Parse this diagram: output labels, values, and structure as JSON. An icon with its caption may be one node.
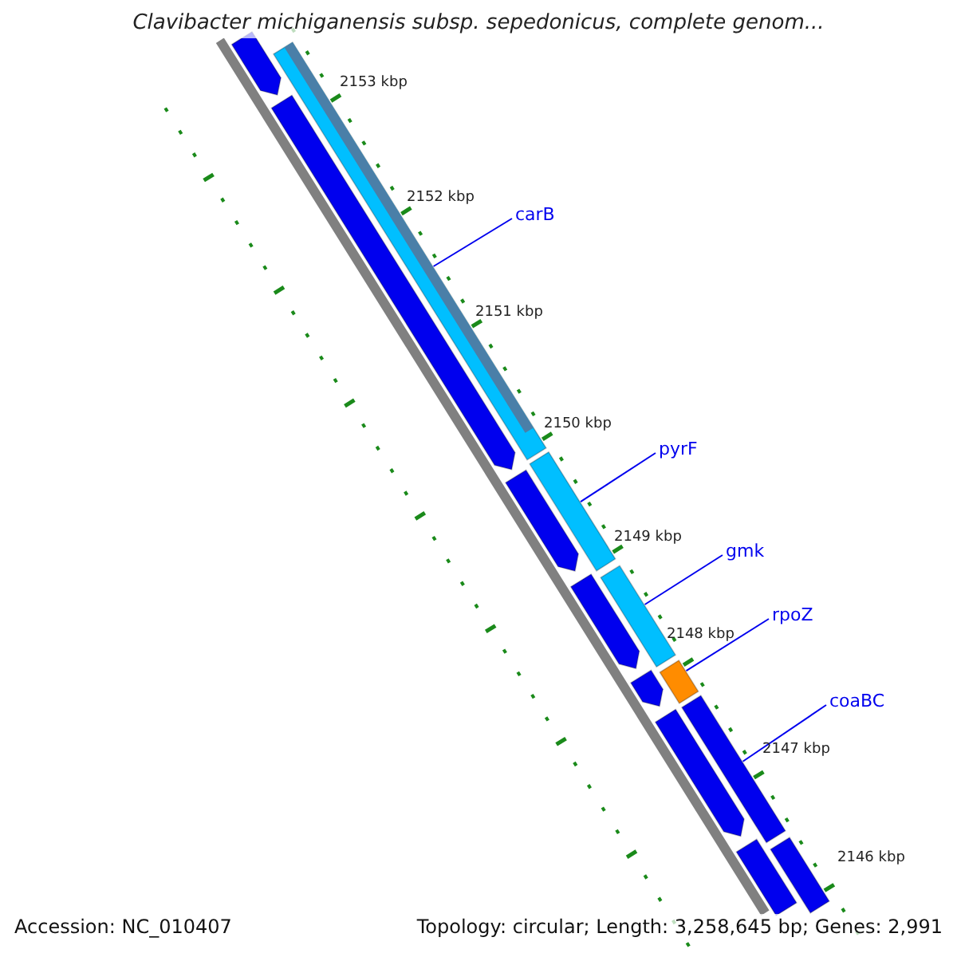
{
  "diagram": {
    "title": "Clavibacter michiganensis subsp. sepedonicus, complete genom...",
    "nodes": [
      {
        "text": [
          "carB"
        ]
      },
      {
        "text": [],
        "shape": "bar"
      },
      {
        "text": [
          "pyrF"
        ]
      },
      {
        "text": [],
        "shape": "bar"
      },
      {
        "text": [
          "gmk"
        ]
      },
      {
        "text": [],
        "shape": "bar"
      },
      {
        "text": [
          "rpoZ"
        ]
      },
      {
        "text": [],
        "shape": "bar"
      },
      {
        "text": [
          "coaBC"
        ]
      },
      {
        "text": [],
        "shape": "bar"
      },
      {
        "text": [],
        "shape": "bar"
      },
      {
        "text": [],
        "shape": "bar"
      },
      {
        "text": [],
        "shape": "bar"
      },
      {
        "text": [],
        "shape": "bar"
      },
      {
        "text": [],
        "shape": "bar"
      },
      {
        "text": [],
        "shape": "bar"
      },
      {
        "text": [],
        "shape": "bar"
      },
      {
        "text": [],
        "shape": "bar"
      }
    ],
    "edges": [
      {
        "from": 0,
        "to": 1,
        "arrow": "none"
      },
      {
        "from": 2,
        "to": 3,
        "arrow": "none"
      },
      {
        "from": 4,
        "to": 5,
        "arrow": "none"
      },
      {
        "from": 6,
        "to": 7,
        "arrow": "none"
      },
      {
        "from": 8,
        "to": 9,
        "arrow": "none"
      }
    ],
    "labels": [
      "2153 kbp",
      "2152 kbp",
      "2151 kbp",
      "2150 kbp",
      "2149 kbp",
      "2148 kbp",
      "2147 kbp",
      "2146 kbp",
      "Accession: NC_010407",
      "Topology: circular; Length: 3,258,645 bp; Genes: 2,991"
    ]
  }
}
